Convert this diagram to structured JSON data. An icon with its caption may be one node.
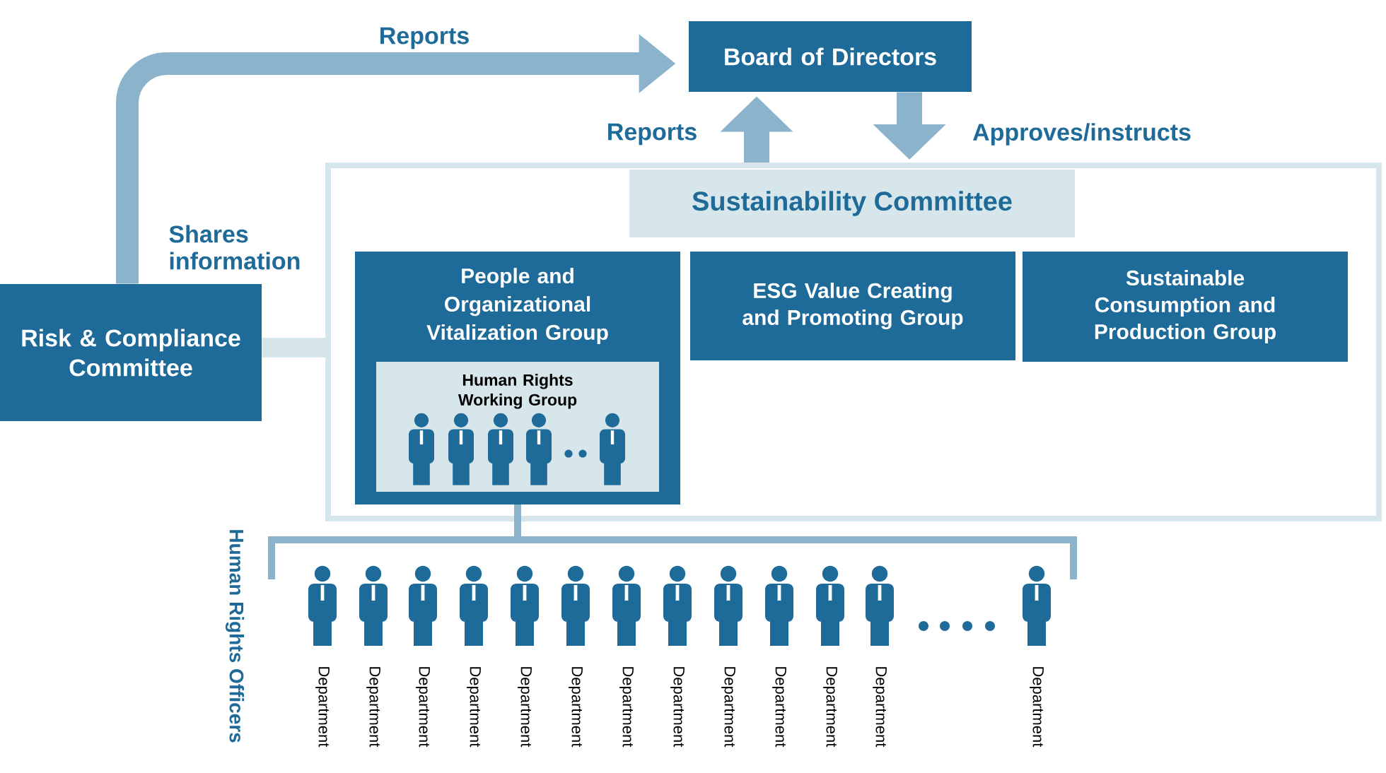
{
  "diagram": {
    "nodes": [
      {
        "text": [
          "Board of Directors"
        ]
      },
      {
        "text": [
          "Sustainability Committee"
        ]
      },
      {
        "text": [
          "People and Organizational Vitalization Group"
        ],
        "in": 1
      },
      {
        "text": [
          "Human Rights Working Group"
        ],
        "in": 2
      },
      {
        "text": [
          "ESG Value Creating and Promoting Group"
        ],
        "in": 1
      },
      {
        "text": [
          "Sustainable Consumption and Production Group"
        ],
        "in": 1
      },
      {
        "text": [
          "Risk & Compliance Committee"
        ]
      }
    ],
    "edges": [
      {
        "from": 6,
        "to": 0,
        "arrow": "to",
        "label": "Reports"
      },
      {
        "from": 1,
        "to": 0,
        "arrow": "to",
        "label": "Reports"
      },
      {
        "from": 0,
        "to": 1,
        "arrow": "to",
        "label": "Approves/instructs"
      },
      {
        "from": 6,
        "to": 1,
        "arrow": "none",
        "label": "Shares information",
        "color": "#d6e6ea"
      }
    ],
    "labels": [
      "Human Rights Officers",
      "Department",
      "Department",
      "Department",
      "Department",
      "Department",
      "Department",
      "Department",
      "Department",
      "Department",
      "Department",
      "Department",
      "Department",
      "Department"
    ]
  }
}
